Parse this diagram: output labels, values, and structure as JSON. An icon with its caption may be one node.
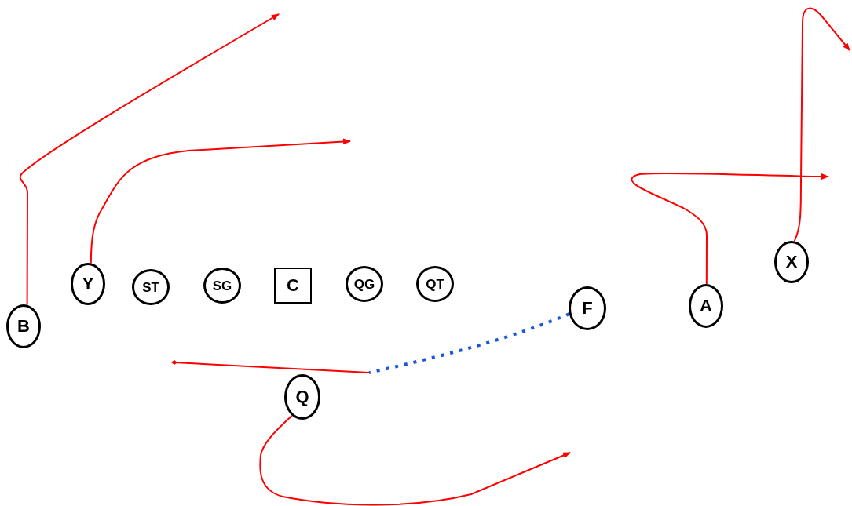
{
  "diagram": {
    "nodes": [
      {
        "text": [
          "Y"
        ]
      },
      {
        "text": [
          "ST"
        ]
      },
      {
        "text": [
          "SG"
        ]
      },
      {
        "text": [
          "C"
        ]
      },
      {
        "text": [
          "QG"
        ]
      },
      {
        "text": [
          "QT"
        ]
      },
      {
        "text": [
          "F"
        ]
      },
      {
        "text": [
          "A"
        ]
      },
      {
        "text": [
          "X"
        ]
      },
      {
        "text": [
          "B"
        ]
      },
      {
        "text": [
          "Q"
        ]
      }
    ],
    "edges": [
      {
        "from": 9,
        "to": null,
        "arrow": "to"
      },
      {
        "from": 0,
        "to": null,
        "arrow": "to"
      },
      {
        "from": 7,
        "to": null,
        "arrow": "to"
      },
      {
        "from": 8,
        "to": null,
        "arrow": "to"
      },
      {
        "from": 10,
        "to": null,
        "arrow": "to"
      },
      {
        "from": 6,
        "to": null,
        "arrow": "other",
        "style": "dashed",
        "color": "#1a56db"
      }
    ]
  }
}
